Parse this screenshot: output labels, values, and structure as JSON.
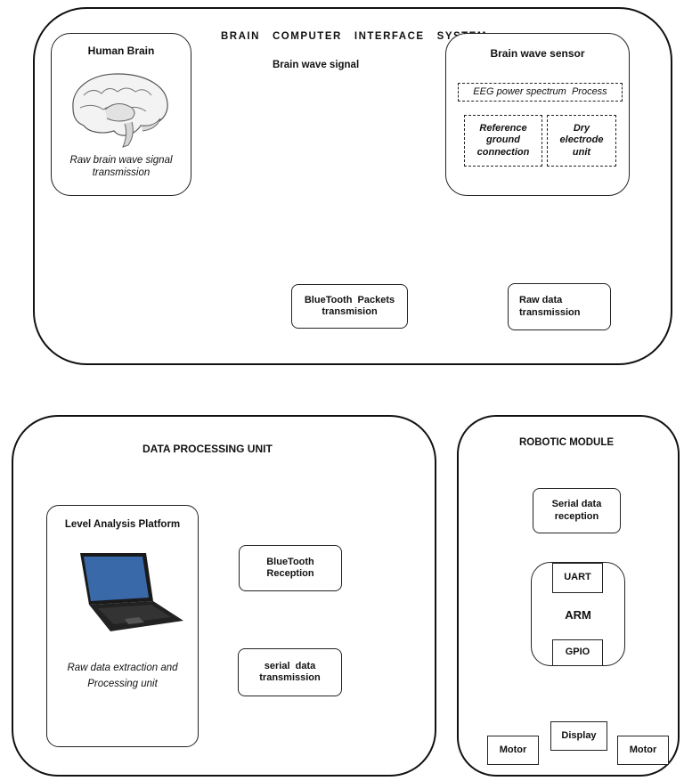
{
  "bci": {
    "title": "BRAIN   COMPUTER   INTERFACE   SYSTEM",
    "human_brain": {
      "title": "Human Brain",
      "caption_line1": "Raw brain wave signal",
      "caption_line2": "transmission"
    },
    "signal_label": "Brain wave signal",
    "sensor": {
      "title": "Brain wave sensor",
      "eeg": "EEG power spectrum  Process",
      "ref_line1": "Reference",
      "ref_line2": "ground",
      "ref_line3": "connection",
      "dry_line1": "Dry",
      "dry_line2": "electrode",
      "dry_line3": "unit"
    },
    "raw_line1": "Raw data",
    "raw_line2": "transmission",
    "bt_line1": "BlueTooth  Packets",
    "bt_line2": "transmision"
  },
  "dpu": {
    "title": "DATA PROCESSING UNIT",
    "platform_title": "Level Analysis Platform",
    "extract_line1": "Raw data extraction and",
    "extract_line2": "Processing unit",
    "bt_rx_line1": "BlueTooth",
    "bt_rx_line2": "Reception",
    "serial_tx_line1": "serial  data",
    "serial_tx_line2": "transmission"
  },
  "robot": {
    "title": "ROBOTIC MODULE",
    "serial_rx_line1": "Serial data",
    "serial_rx_line2": "reception",
    "uart": "UART",
    "arm": "ARM",
    "gpio": "GPIO",
    "motor_left": "Motor",
    "display": "Display",
    "motor_right": "Motor"
  },
  "colors": {
    "line": "#111111",
    "wavy_underline": "#2a8a2a",
    "hollow_arrow_light": "#bbbbbb"
  }
}
